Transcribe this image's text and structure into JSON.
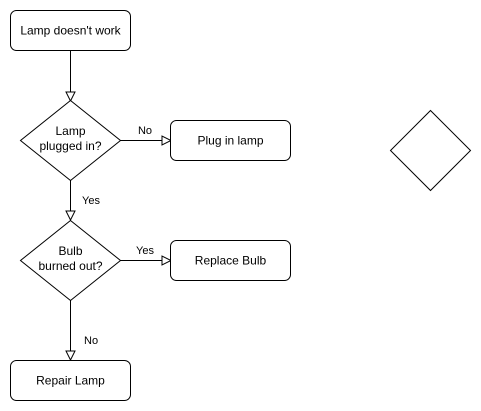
{
  "nodes": {
    "start": {
      "lines": [
        "Lamp doesn't work"
      ]
    },
    "q_plugged": {
      "lines": [
        "Lamp",
        "plugged in?"
      ]
    },
    "plug_in": {
      "lines": [
        "Plug in lamp"
      ]
    },
    "q_bulb": {
      "lines": [
        "Bulb",
        "burned out?"
      ]
    },
    "replace_bulb": {
      "lines": [
        "Replace Bulb"
      ]
    },
    "repair": {
      "lines": [
        "Repair Lamp"
      ]
    },
    "empty_diamond": {
      "lines": []
    }
  },
  "edges": {
    "plugged_no": "No",
    "plugged_yes": "Yes",
    "bulb_yes": "Yes",
    "bulb_no": "No"
  }
}
